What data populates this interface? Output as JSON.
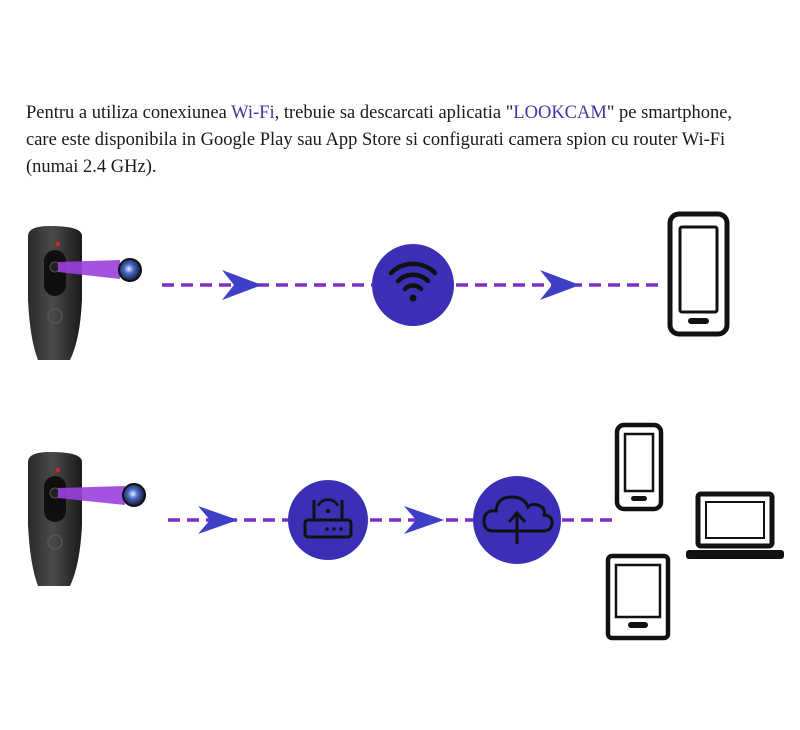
{
  "intro": {
    "part1": "Pentru a utiliza conexiunea ",
    "wifi": "Wi-Fi",
    "part2": ", trebuie sa descarcati aplicatia \"",
    "app": "LOOKCAM",
    "part3": "\" pe smartphone, care este disponibila in Google Play sau App Store si configurati camera spion cu router Wi-Fi (numai 2.4 GHz)."
  },
  "icons": {
    "camera": "camera-icon",
    "wifi": "wifi-icon",
    "router": "router-icon",
    "cloud": "cloud-upload-icon",
    "phone": "smartphone-icon",
    "laptop": "laptop-icon",
    "tablet": "tablet-icon",
    "arrow": "arrow-icon"
  },
  "colors": {
    "accent": "#7b2fc7",
    "circle": "#3b2fb5",
    "arrow": "#3f3fc7",
    "device_dark": "#1f1f1f",
    "icon_stroke": "#111111"
  }
}
